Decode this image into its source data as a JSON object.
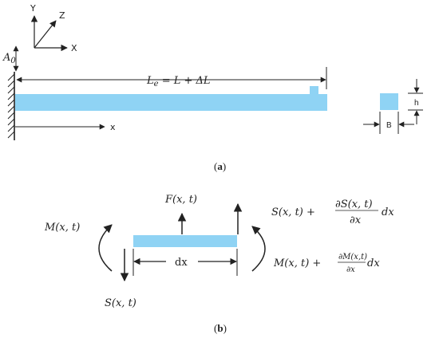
{
  "colors": {
    "beam": "#8fd3f4",
    "line": "#222222"
  },
  "panel_a": {
    "axes": {
      "y": "Y",
      "z": "Z",
      "x": "X"
    },
    "amplitude": {
      "main": "A",
      "sub": "0"
    },
    "length": {
      "main": "L",
      "sub": "e",
      "rest": " = L + ΔL"
    },
    "x_axis_label": "x",
    "cross_section": {
      "h": "h",
      "b": "B"
    },
    "caption": {
      "open": "(",
      "letter": "a",
      "close": ")"
    }
  },
  "panel_b": {
    "force": "F(x, t)",
    "shear_right": {
      "a": "S(x, t)  +",
      "num": "∂S(x, t)",
      "den": "∂x",
      "dx": "dx"
    },
    "moment_left": "M(x, t)",
    "moment_right": {
      "a": "M(x, t)  +",
      "num": "∂M(x,t)",
      "den": "∂x",
      "dx": "dx"
    },
    "dx_label": "dx",
    "shear_left": "S(x, t)",
    "caption": {
      "open": "(",
      "letter": "b",
      "close": ")"
    }
  }
}
